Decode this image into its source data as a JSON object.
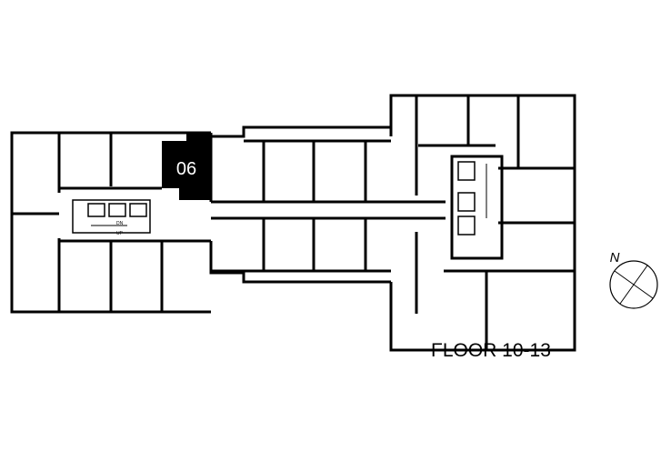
{
  "plan": {
    "highlighted_unit": "06",
    "floor_label": "FLOOR 10-13",
    "stair_labels": {
      "down": "DN",
      "up": "UP"
    },
    "compass_label": "N",
    "highlight_color": "#000000"
  }
}
